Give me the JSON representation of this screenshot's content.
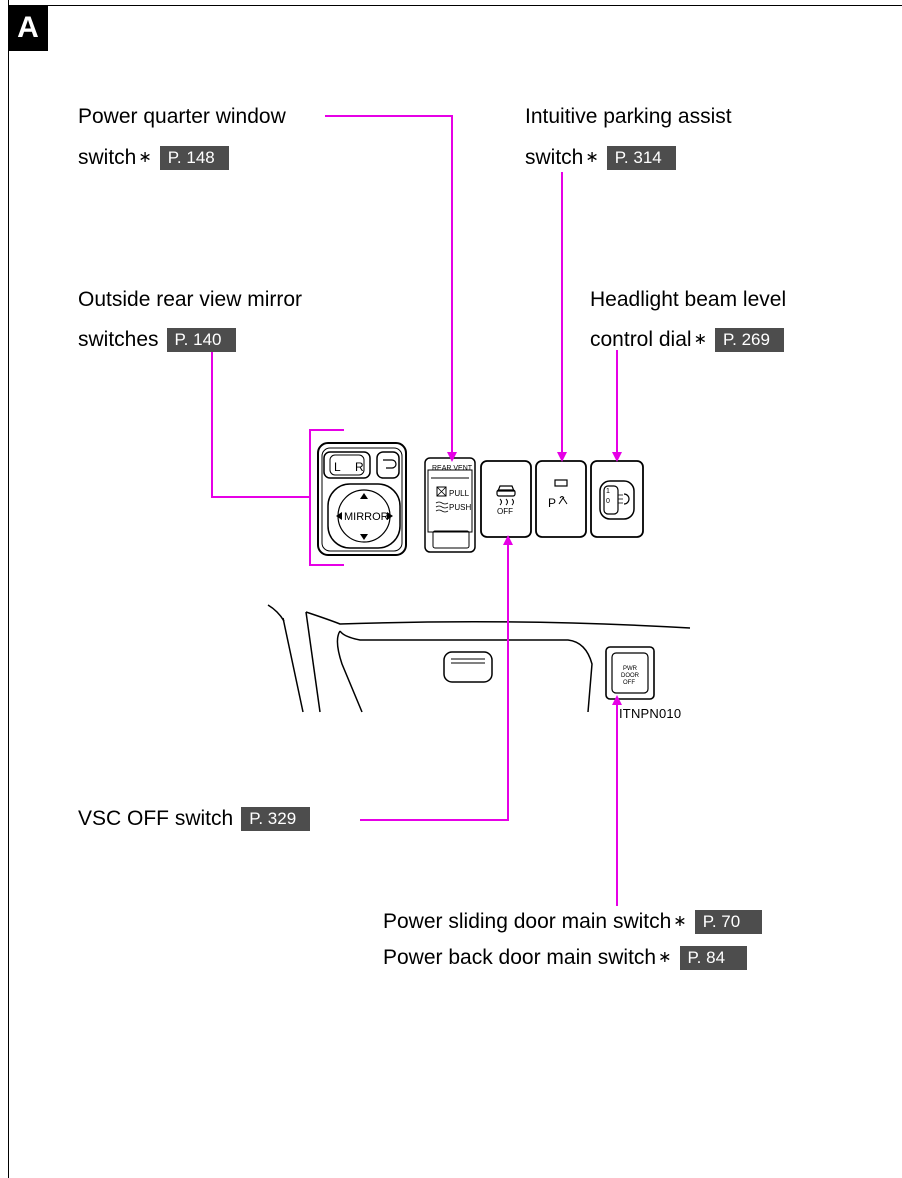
{
  "section": {
    "letter": "A"
  },
  "callouts": {
    "power_quarter_window": {
      "line1": "Power quarter window",
      "line2": "switch",
      "asterisk": "∗",
      "page": "P. 148"
    },
    "intuitive_parking": {
      "line1": "Intuitive parking assist",
      "line2": "switch",
      "asterisk": "∗",
      "page": "P. 314"
    },
    "outside_mirror": {
      "line1": "Outside rear view mirror",
      "line2": "switches",
      "page": "P. 140"
    },
    "headlight_dial": {
      "line1": "Headlight beam level",
      "line2": "control dial",
      "asterisk": "∗",
      "page": "P. 269"
    },
    "vsc_off": {
      "text": "VSC OFF switch",
      "page": "P. 329"
    },
    "sliding_door": {
      "text": "Power sliding door main switch",
      "asterisk": "∗",
      "page": "P. 70"
    },
    "back_door": {
      "text": "Power back door main switch",
      "asterisk": "∗",
      "page": "P. 84"
    }
  },
  "figure": {
    "code": "ITNPN010",
    "mirror_left": "L",
    "mirror_right": "R",
    "mirror_label": "MIRROR",
    "rear_vent": "REAR VENT",
    "pull": "PULL",
    "push": "PUSH",
    "vsc_off_label": "OFF",
    "parking_label": "P",
    "pwr_line1": "PWR",
    "pwr_line2": "DOOR",
    "pwr_line3": "OFF",
    "dial_top": "1",
    "dial_mid": "0"
  },
  "colors": {
    "leader": "#e600e6",
    "page_ref_bg": "#4d4d4d",
    "badge_bg": "#000000"
  }
}
